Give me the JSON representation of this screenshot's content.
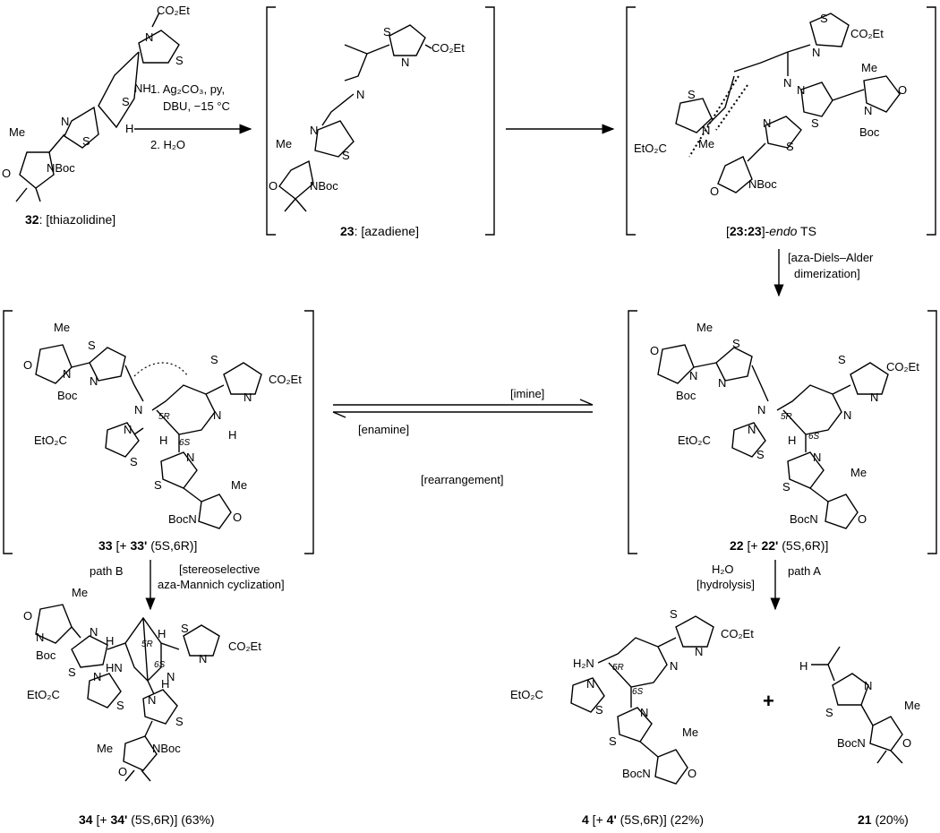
{
  "compounds": {
    "c32": {
      "number": "32",
      "name": ": [thiazolidine]"
    },
    "c23": {
      "number": "23",
      "name": ": [azadiene]"
    },
    "ts": {
      "pre": "[",
      "number": "23:23",
      "mid": "]-",
      "italic": "endo",
      "post": " TS"
    },
    "c33": {
      "number": "33",
      "mid": " [+ ",
      "number2": "33'",
      "stereo": " (5S,6R)]"
    },
    "c22": {
      "number": "22",
      "mid": " [+ ",
      "number2": "22'",
      "stereo": " (5S,6R)]"
    },
    "c34": {
      "number": "34",
      "mid": " [+ ",
      "number2": "34'",
      "stereo": " (5S,6R)] (63%)"
    },
    "c4": {
      "number": "4",
      "mid": " [+ ",
      "number2": "4'",
      "stereo": " (5S,6R)] (22%)"
    },
    "c21": {
      "number": "21",
      "yield": " (20%)"
    }
  },
  "conditions": {
    "step1_line1": "1. Ag₂CO₃, py,",
    "step1_line2": "DBU, −15 °C",
    "step1_line3": "2. H₂O",
    "dimerization_1": "[aza-Diels–Alder",
    "dimerization_2": "dimerization]",
    "imine": "[imine]",
    "enamine": "[enamine]",
    "rearrangement": "[rearrangement]",
    "pathB": "path B",
    "mannich_1": "[stereoselective",
    "mannich_2": "aza-Mannich cyclization]",
    "water": "H₂O",
    "hydrolysis": "[hydrolysis]",
    "pathA": "path A",
    "plus": "+"
  },
  "atoms": {
    "co2et": "CO₂Et",
    "eto2c": "EtO₂C",
    "me": "Me",
    "nboc": "NBoc",
    "bocn": "BocN",
    "boc": "Boc",
    "n": "N",
    "s": "S",
    "o": "O",
    "h": "H",
    "nh": "NH",
    "hn": "HN",
    "h2n": "H₂N",
    "stereo5r": "5R",
    "stereo6s": "6S"
  }
}
